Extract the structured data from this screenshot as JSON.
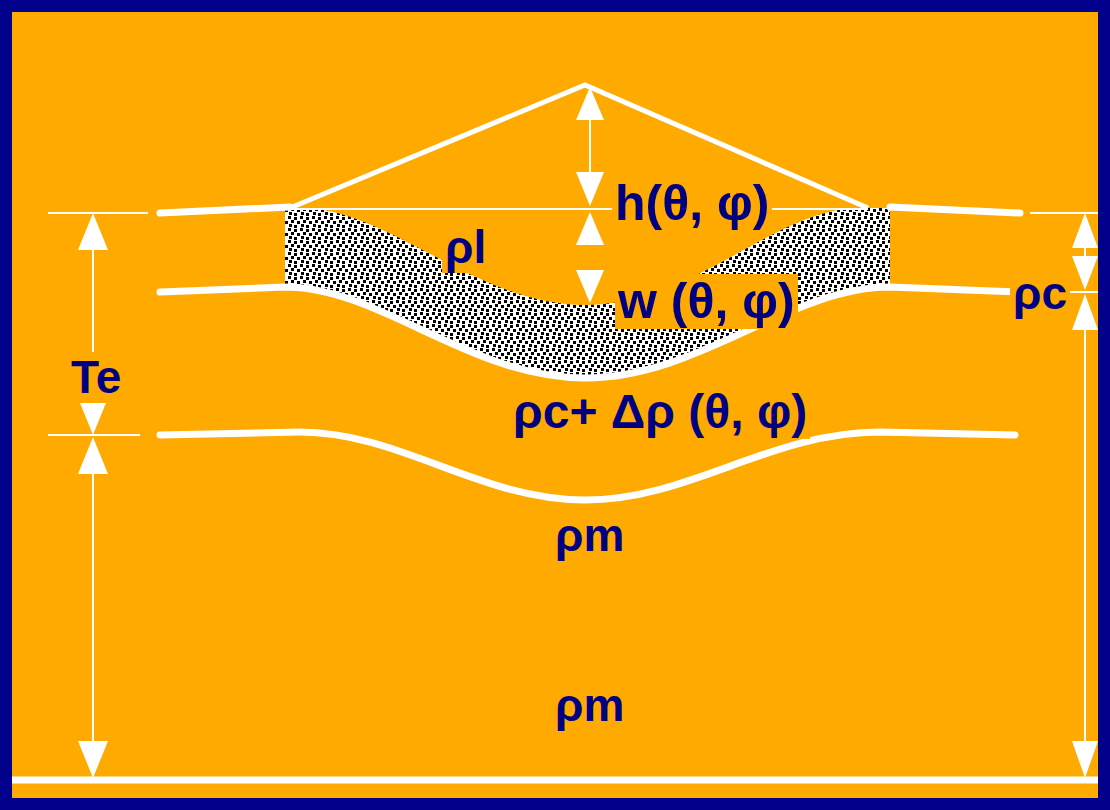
{
  "diagram": {
    "labels": [
      "h(θ, φ)",
      "ρl",
      "w (θ, φ)",
      "ρc",
      "Te",
      "ρc+ Δρ (θ, φ)",
      "ρm",
      "ρm"
    ]
  }
}
